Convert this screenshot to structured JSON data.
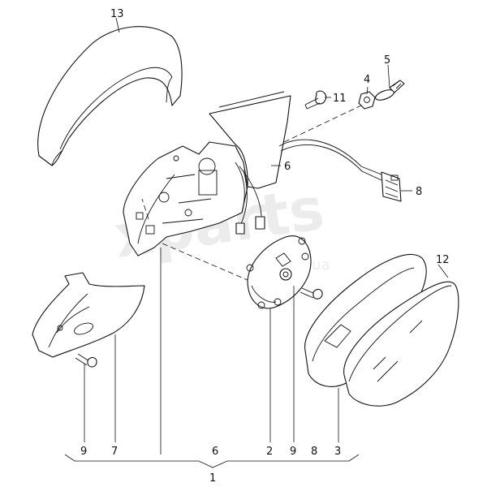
{
  "watermark": {
    "main": "xparts",
    "sub": "com.ua"
  },
  "callouts": {
    "p13": "13",
    "p4": "4",
    "p5": "5",
    "p11": "11",
    "p6_side": "6",
    "p8_side": "8",
    "p12": "12",
    "b9a": "9",
    "b7": "7",
    "b6": "6",
    "b2": "2",
    "b9b": "9",
    "b8": "8",
    "b3": "3",
    "assembly": "1"
  }
}
